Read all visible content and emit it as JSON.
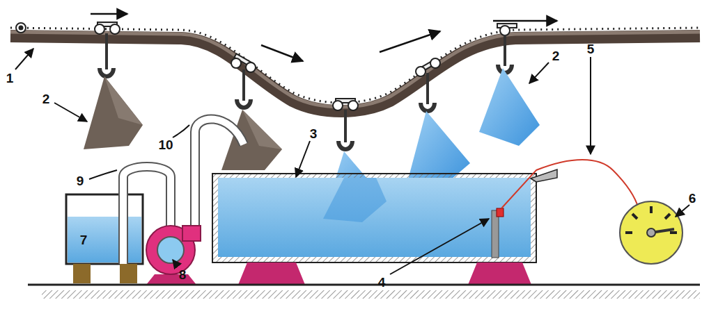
{
  "diagram": {
    "labels": [
      "1",
      "2",
      "2",
      "3",
      "4",
      "5",
      "6",
      "7",
      "8",
      "9",
      "10"
    ]
  }
}
